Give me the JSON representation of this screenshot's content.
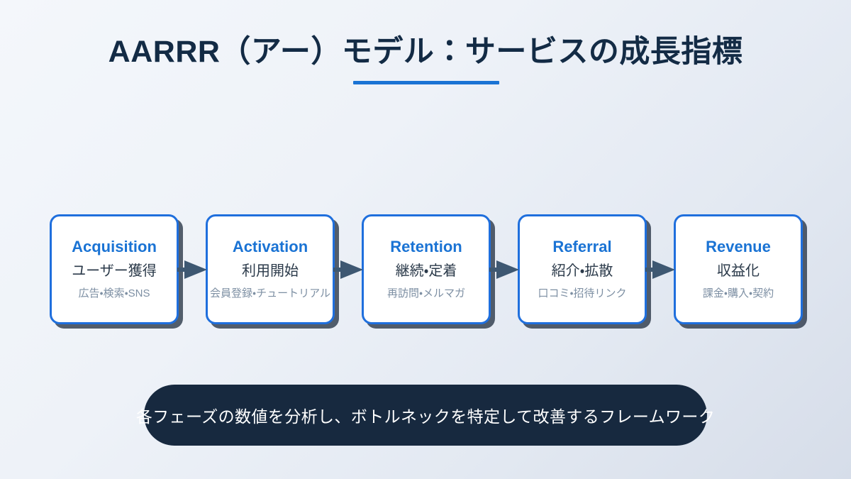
{
  "title": {
    "text": "AARRR（アー）モデル：サービスの成長指標",
    "underline_color": "#1a73d4"
  },
  "theme": {
    "accent": "#1a73d4",
    "card_border": "#1f6fdd",
    "card_bg": "#ffffff",
    "heading_color": "#132b45",
    "label_color": "#2b3a4a",
    "sub_color": "#7d8fa3",
    "pill_bg": "#17293f",
    "pill_text": "#ffffff",
    "arrow_color": "#3e5872",
    "bg_from": "#f4f7fb",
    "bg_to": "#d6dde9"
  },
  "funnel": {
    "arrow_icon": "arrow-right-icon",
    "stages": [
      {
        "en": "Acquisition",
        "ja": "ユーザー獲得",
        "sub": "広告・検索・SNS"
      },
      {
        "en": "Activation",
        "ja": "利用開始",
        "sub": "会員登録・チュートリアル"
      },
      {
        "en": "Retention",
        "ja": "継続・定着",
        "sub": "再訪問・メルマガ"
      },
      {
        "en": "Referral",
        "ja": "紹介・拡散",
        "sub": "口コミ・招待リンク"
      },
      {
        "en": "Revenue",
        "ja": "収益化",
        "sub": "課金・購入・契約"
      }
    ]
  },
  "caption": {
    "text": "各フェーズの数値を分析し、ボトルネックを特定して改善するフレームワーク"
  }
}
